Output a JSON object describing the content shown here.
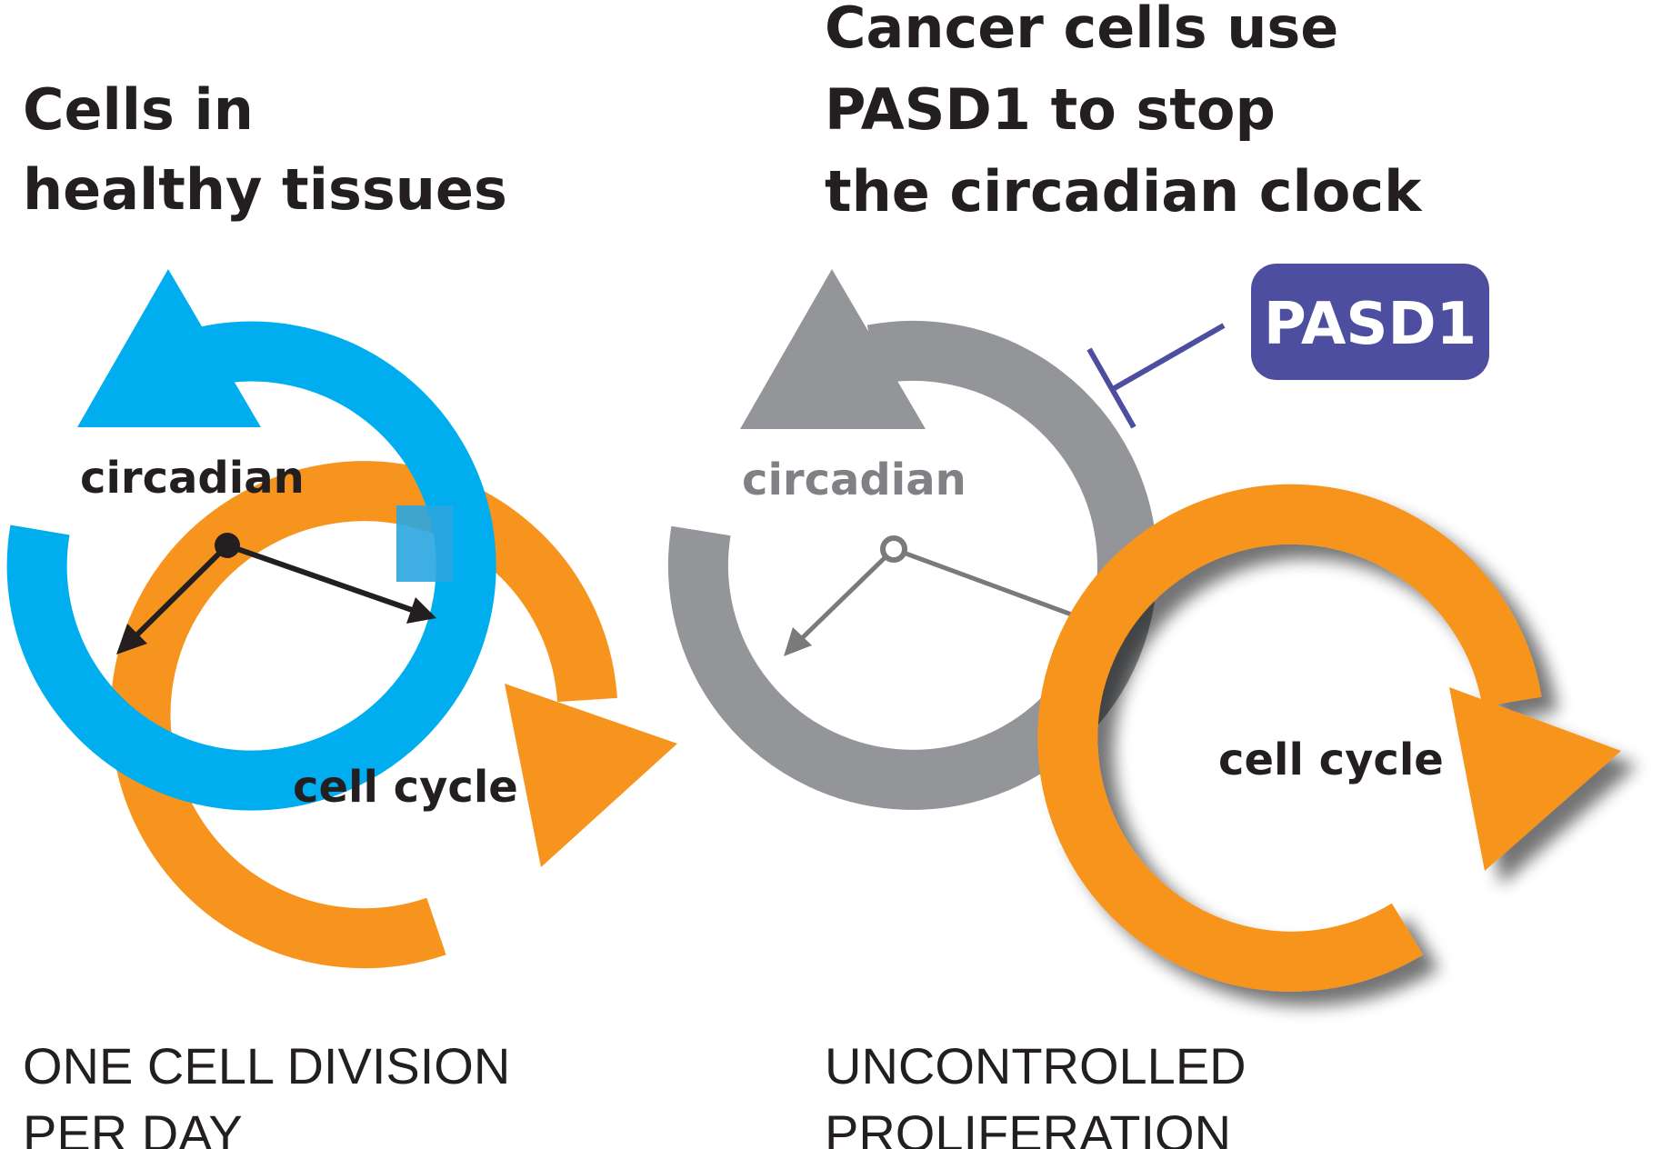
{
  "colors": {
    "blue": "#00aeef",
    "orange": "#f7941d",
    "gray": "#939598",
    "indigo": "#4d4e9f",
    "ink": "#231f20"
  },
  "left_panel": {
    "title_line1": "Cells in",
    "title_line2": "healthy tissues",
    "circadian_label": "circadian",
    "cell_cycle_label": "cell cycle",
    "caption_line1": "ONE CELL DIVISION",
    "caption_line2": "PER DAY"
  },
  "right_panel": {
    "title_line1": "Cancer cells use",
    "title_line2": "PASD1 to stop",
    "title_line3": "the circadian clock",
    "inhibitor_label": "PASD1",
    "circadian_label": "circadian",
    "cell_cycle_label": "cell cycle",
    "caption_line1": "UNCONTROLLED",
    "caption_line2": "PROLIFERATION"
  }
}
